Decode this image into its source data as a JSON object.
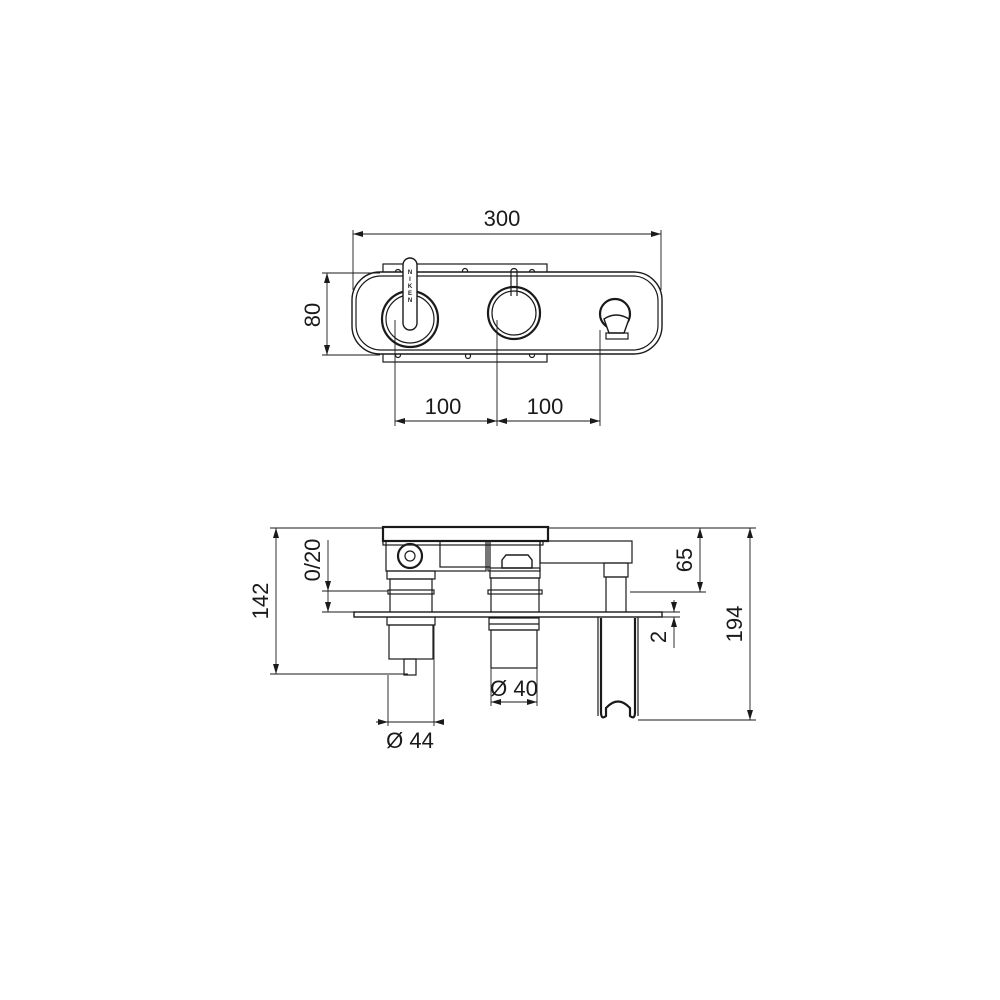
{
  "dimensions": {
    "front_width": "300",
    "front_height": "80",
    "spacing_left": "100",
    "spacing_right": "100",
    "side_adjust": "0/20",
    "side_depth": "142",
    "side_total": "194",
    "side_spout": "65",
    "plate_thickness": "2",
    "diameter_left": "Ø 44",
    "diameter_right": "Ø 40"
  },
  "brand_mark": "NIKEN"
}
